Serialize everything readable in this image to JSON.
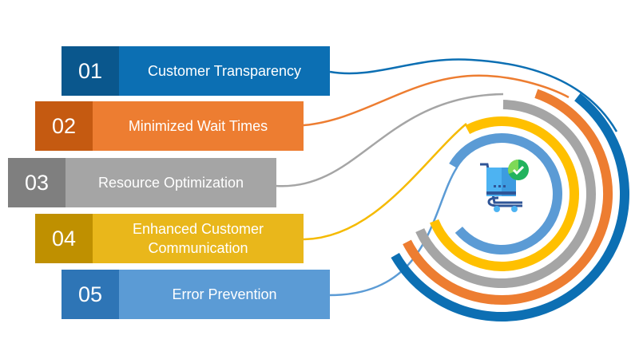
{
  "items": [
    {
      "number": "01",
      "label": "Customer Transparency",
      "color": "#0C6FB3",
      "dark": "#0A578D"
    },
    {
      "number": "02",
      "label": "Minimized Wait Times",
      "color": "#ED7D31",
      "dark": "#C55A11"
    },
    {
      "number": "03",
      "label": "Resource Optimization",
      "color": "#A5A5A5",
      "dark": "#7F7F7F"
    },
    {
      "number": "04",
      "label": "Enhanced Customer Communication",
      "color": "#E9B71B",
      "dark": "#BF9000"
    },
    {
      "number": "05",
      "label": "Error Prevention",
      "color": "#5B9BD5",
      "dark": "#2E75B6"
    }
  ],
  "center_icon": "shopping-cart-check-icon",
  "accent_colors": {
    "check_green": "#22B35E",
    "check_light": "#7ED957",
    "cart_blue": "#4DB3F2",
    "cart_frame": "#2F5597"
  }
}
